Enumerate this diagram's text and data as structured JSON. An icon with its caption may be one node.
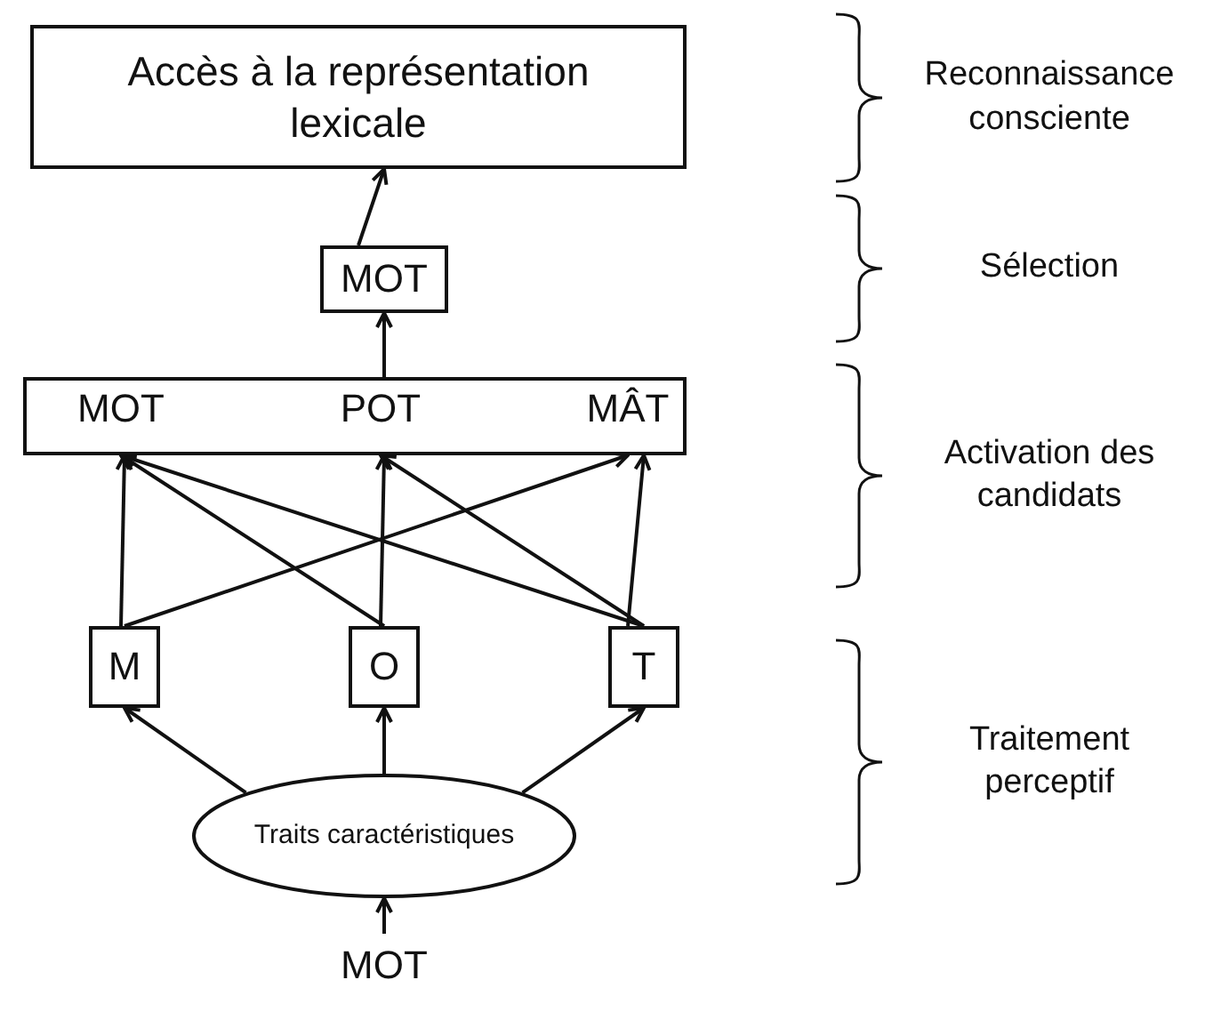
{
  "diagram": {
    "nodes": [
      {
        "text": [
          "Accès à la représentation lexicale"
        ]
      },
      {
        "text": [
          "MOT"
        ]
      },
      {
        "text": [],
        "shape": "box"
      },
      {
        "text": [
          "MOT"
        ],
        "in": 2
      },
      {
        "text": [
          "POT"
        ],
        "in": 2
      },
      {
        "text": [
          "MÂT"
        ],
        "in": 2
      },
      {
        "text": [
          "M"
        ]
      },
      {
        "text": [
          "O"
        ]
      },
      {
        "text": [
          "T"
        ]
      },
      {
        "text": [
          "Traits caractéristiques"
        ]
      },
      {
        "text": [
          "MOT"
        ]
      }
    ],
    "edges": [
      {
        "from": 10,
        "to": 9,
        "arrow": "to"
      },
      {
        "from": 9,
        "to": 6,
        "arrow": "to"
      },
      {
        "from": 9,
        "to": 7,
        "arrow": "to"
      },
      {
        "from": 9,
        "to": 8,
        "arrow": "to"
      },
      {
        "from": 6,
        "to": 3,
        "arrow": "to"
      },
      {
        "from": 6,
        "to": 5,
        "arrow": "to"
      },
      {
        "from": 7,
        "to": 3,
        "arrow": "to"
      },
      {
        "from": 7,
        "to": 4,
        "arrow": "to"
      },
      {
        "from": 8,
        "to": 3,
        "arrow": "to"
      },
      {
        "from": 8,
        "to": 4,
        "arrow": "to"
      },
      {
        "from": 8,
        "to": 5,
        "arrow": "to"
      },
      {
        "from": 2,
        "to": 1,
        "arrow": "to"
      },
      {
        "from": 1,
        "to": 0,
        "arrow": "to"
      }
    ],
    "labels": [
      "Reconnaissance consciente",
      "Sélection",
      "Activation des candidats",
      "Traitement perceptif"
    ]
  }
}
